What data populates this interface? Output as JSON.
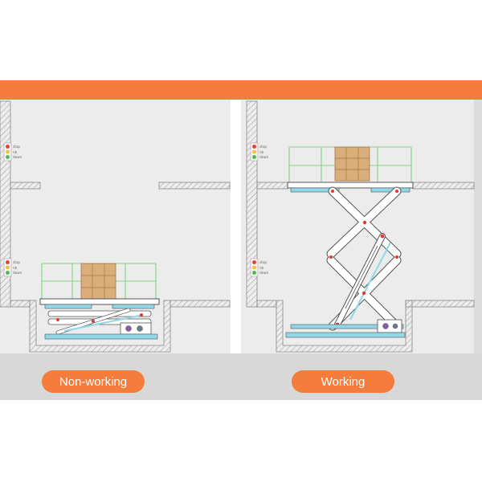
{
  "panels": [
    {
      "id": "non-working",
      "state": "lowered",
      "label": "Non-working",
      "signal_labels": [
        [
          "stop",
          "up",
          "down"
        ],
        [
          "stop",
          "up",
          "down"
        ]
      ]
    },
    {
      "id": "working",
      "state": "raised",
      "label": "Working",
      "signal_labels": [
        [
          "stop",
          "up",
          "down"
        ],
        [
          "stop",
          "up",
          "down"
        ]
      ]
    }
  ],
  "colors": {
    "accent_orange": "#f47c3c",
    "panel_bg": "#ececec",
    "ground_band": "#d8d8d8",
    "railing": "#7fd67f",
    "cyan_part": "#8fd8e8",
    "outline": "#555555",
    "light_red": "#e23a2e",
    "light_yellow": "#f2c23a",
    "light_green": "#49b84a",
    "carton": "#d9ae7a"
  }
}
